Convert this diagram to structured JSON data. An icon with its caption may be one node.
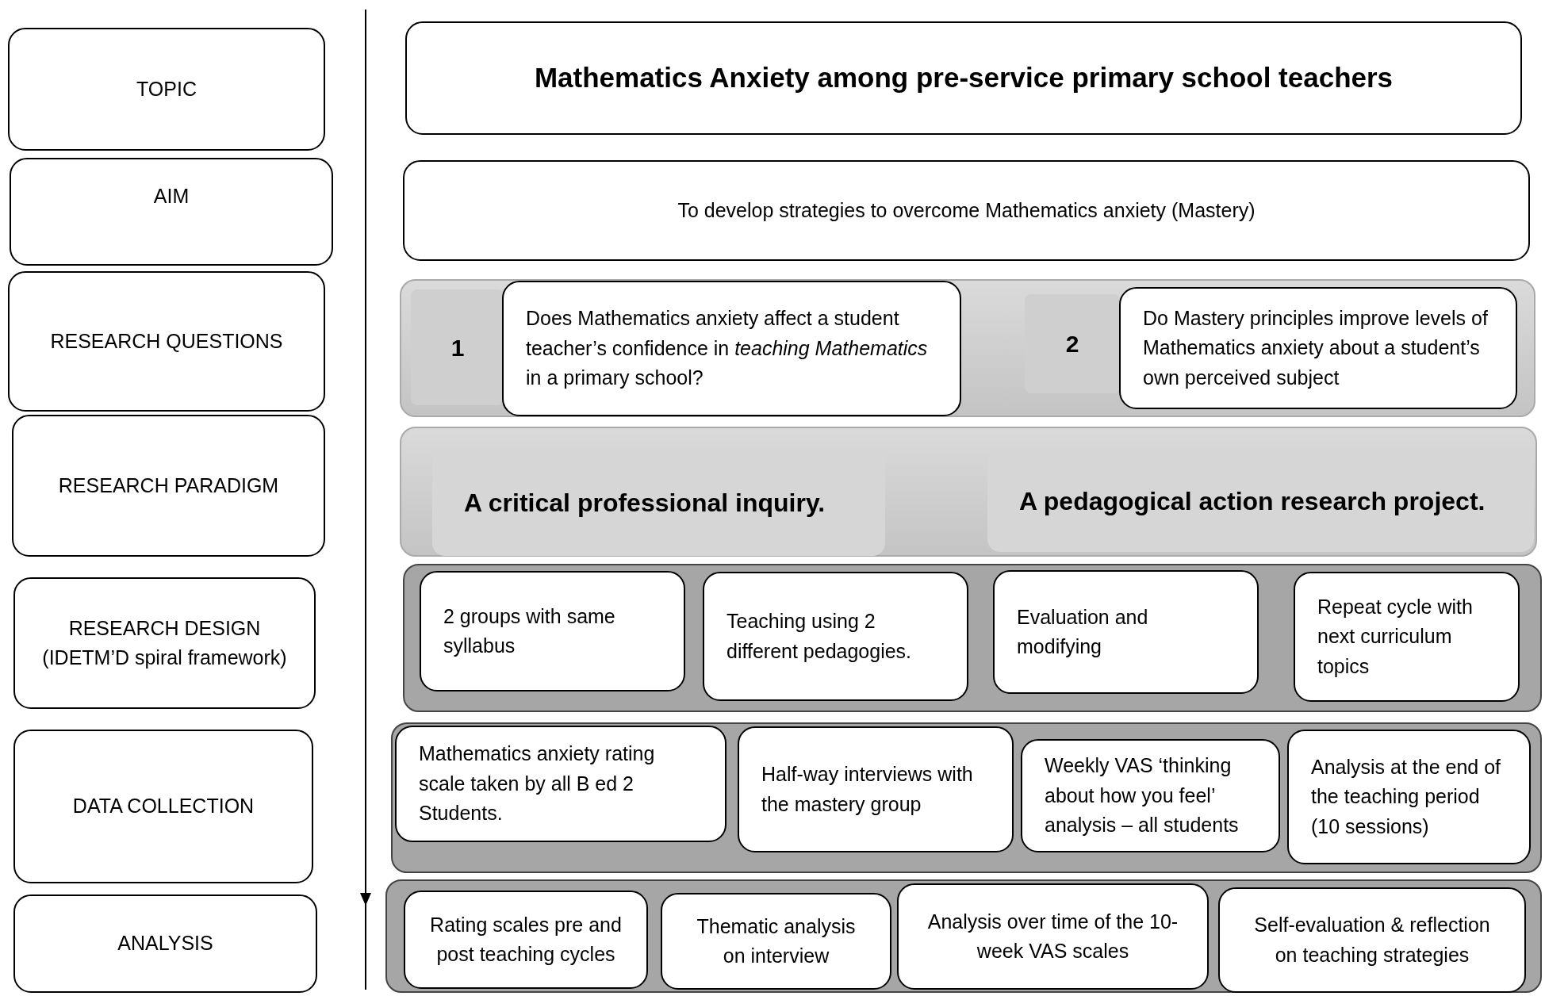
{
  "diagram": {
    "nodes": [
      {
        "text": [
          "TOPIC"
        ]
      },
      {
        "text": [
          "AIM"
        ]
      },
      {
        "text": [
          "RESEARCH QUESTIONS"
        ]
      },
      {
        "text": [
          "RESEARCH PARADIGM"
        ]
      },
      {
        "text": [
          "RESEARCH DESIGN (IDETM’D spiral framework)"
        ]
      },
      {
        "text": [
          "DATA COLLECTION"
        ]
      },
      {
        "text": [
          "ANALYSIS"
        ]
      },
      {
        "text": [
          "Mathematics Anxiety among pre-service primary school teachers"
        ]
      },
      {
        "text": [
          "To develop strategies to overcome Mathematics anxiety (Mastery)"
        ]
      },
      {
        "text": [],
        "shape": "bar"
      },
      {
        "text": [
          "1"
        ],
        "in": 9
      },
      {
        "text": [
          "Does Mathematics anxiety affect a student teacher’s confidence in *teaching Mathematics* in a primary school?"
        ],
        "in": 9
      },
      {
        "text": [
          "2"
        ],
        "in": 9
      },
      {
        "text": [
          "Do Mastery principles improve levels of Mathematics anxiety about a student’s own perceived subject"
        ],
        "in": 9
      },
      {
        "text": [],
        "shape": "bar"
      },
      {
        "text": [
          "A critical professional inquiry."
        ],
        "in": 14
      },
      {
        "text": [
          "A pedagogical action research project."
        ],
        "in": 14
      },
      {
        "text": [],
        "shape": "bar"
      },
      {
        "text": [
          "2 groups with same syllabus"
        ],
        "in": 17
      },
      {
        "text": [
          "Teaching using 2 different pedagogies."
        ],
        "in": 17
      },
      {
        "text": [
          "Evaluation and modifying"
        ],
        "in": 17
      },
      {
        "text": [
          "Repeat cycle with next curriculum topics"
        ],
        "in": 17
      },
      {
        "text": [],
        "shape": "bar"
      },
      {
        "text": [
          "Mathematics anxiety rating scale taken by all B ed 2 Students."
        ],
        "in": 22
      },
      {
        "text": [
          "Half-way interviews with the mastery group"
        ],
        "in": 22
      },
      {
        "text": [
          "Weekly VAS ‘thinking about how you feel’ analysis – all students"
        ],
        "in": 22
      },
      {
        "text": [
          "Analysis at the end of the teaching period (10 sessions)"
        ],
        "in": 22
      },
      {
        "text": [],
        "shape": "bar"
      },
      {
        "text": [
          "Rating scales pre and post teaching cycles"
        ],
        "in": 27
      },
      {
        "text": [
          "Thematic analysis on interview"
        ],
        "in": 27
      },
      {
        "text": [
          "Analysis over time of the 10-week VAS scales"
        ],
        "in": 27
      },
      {
        "text": [
          "Self-evaluation & reflection on teaching strategies"
        ],
        "in": 27
      }
    ],
    "edges": []
  }
}
